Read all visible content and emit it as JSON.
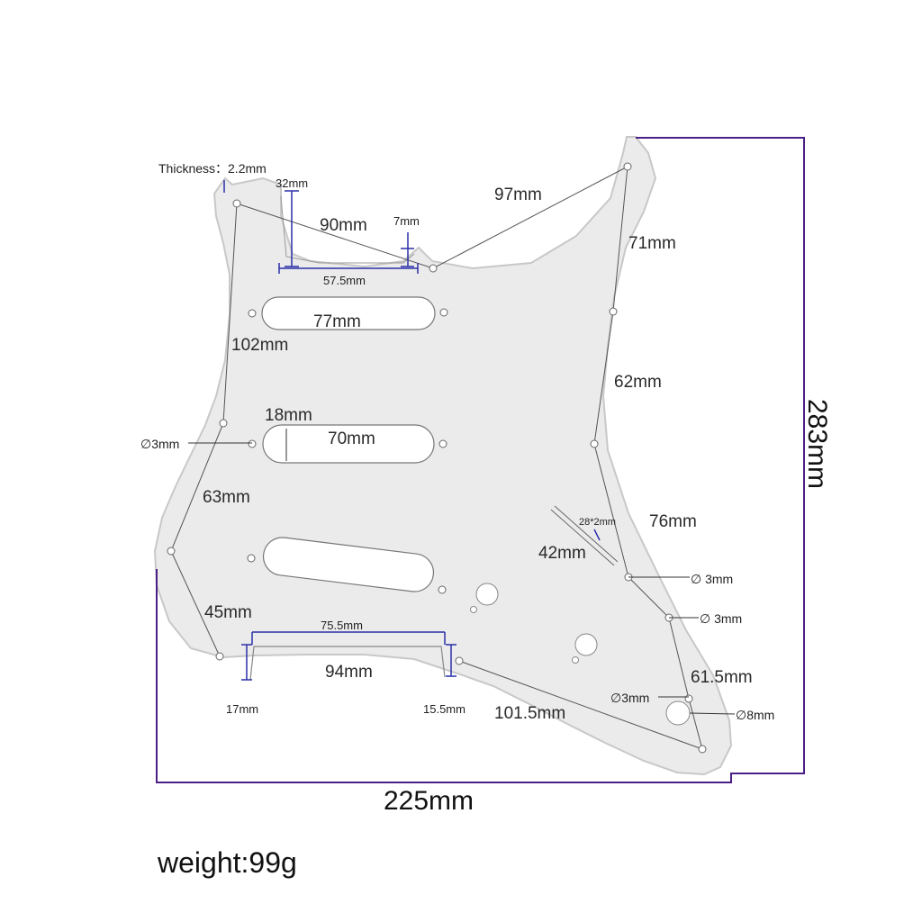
{
  "colors": {
    "pickguard_fill": "#ebebeb",
    "pickguard_edge": "#c8c8c8",
    "dimension_frame": "#4b1f86",
    "marker": "#2b2fa8",
    "screw_line": "#555555"
  },
  "labels": {
    "thickness": "Thickness：2.2mm",
    "d32": "32mm",
    "d90": "90mm",
    "d7": "7mm",
    "d97": "97mm",
    "d57_5": "57.5mm",
    "d71": "71mm",
    "d77": "77mm",
    "d102": "102mm",
    "d62": "62mm",
    "d18": "18mm",
    "d70": "70mm",
    "hole_left": "∅3mm",
    "d63": "63mm",
    "d28x2": "28*2mm",
    "d76": "76mm",
    "d42": "42mm",
    "hole_r1": "∅ 3mm",
    "hole_r2": "∅ 3mm",
    "d45": "45mm",
    "d75_5": "75.5mm",
    "d94": "94mm",
    "d61_5": "61.5mm",
    "hole_r3": "∅3mm",
    "hole_8": "∅8mm",
    "d17": "17mm",
    "d15_5": "15.5mm",
    "d101_5": "101.5mm",
    "width": "225mm",
    "height": "283mm"
  },
  "footer": {
    "weight": "weight:99g"
  }
}
